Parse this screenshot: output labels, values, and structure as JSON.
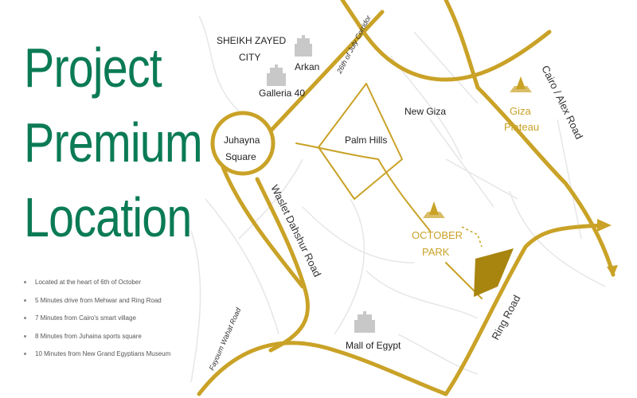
{
  "title": {
    "line1": "Project",
    "line2": "Premium",
    "line3": "Location"
  },
  "bullets": [
    "Located at the heart of 6th of October",
    "5 Minutes drive from Mehwar and Ring Road",
    "7 Minutes from Cairo's smart village",
    "8 Minutes from Juhaina sports square",
    "10 Minutes from New Grand Egyptians Museum"
  ],
  "map": {
    "labels": {
      "sheikh_zayed_1": "SHEIKH ZAYED",
      "sheikh_zayed_2": "CITY",
      "arkan": "Arkan",
      "galleria": "Galleria 40",
      "corridor": "26th of July Corridor",
      "new_giza": "New Giza",
      "juhayna_1": "Juhayna",
      "juhayna_2": "Square",
      "palm_hills": "Palm Hills",
      "giza_plateau_1": "Giza",
      "giza_plateau_2": "Plateau",
      "cairo_alex_road": "Cairo / Alex Road",
      "wasel_dahshur": "Waslet Dahshur Road",
      "october_park_1": "OCTOBER",
      "october_park_2": "PARK",
      "ring_road": "Ring Road",
      "fayoum_wahat": "Fayoum Wahat Road",
      "mall_of_egypt": "Mall of Egypt"
    },
    "colors": {
      "road": "#c9a227",
      "accent_green": "#0b7b55",
      "plot": "#a8850f",
      "building": "#c8c8c8",
      "thin_road": "#e6e6e6"
    }
  }
}
